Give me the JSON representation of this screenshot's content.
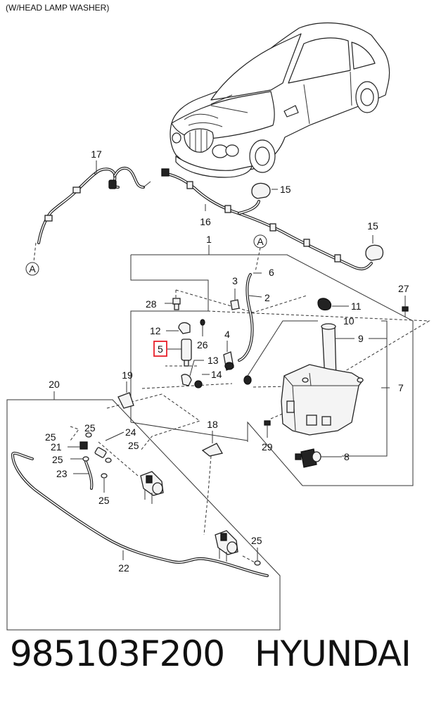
{
  "header_note": "(W/HEAD LAMP WASHER)",
  "part_number": "985103F200",
  "brand": "HYUNDAI",
  "highlight_color": "#e8202a",
  "labels": {
    "l1": "1",
    "l2": "2",
    "l3": "3",
    "l4": "4",
    "l5": "5",
    "l6": "6",
    "l7": "7",
    "l8": "8",
    "l9": "9",
    "l10": "10",
    "l11": "11",
    "l12": "12",
    "l13": "13",
    "l14": "14",
    "l15a": "15",
    "l15b": "15",
    "l16": "16",
    "l17": "17",
    "l18": "18",
    "l19": "19",
    "l20": "20",
    "l21": "21",
    "l22": "22",
    "l23": "23",
    "l24": "24",
    "l25a": "25",
    "l25b": "25",
    "l25c": "25",
    "l25d": "25",
    "l25e": "25",
    "l25f": "25",
    "l26": "26",
    "l27": "27",
    "l28": "28",
    "l29": "29",
    "refA1": "A",
    "refA2": "A"
  },
  "icons": [
    "vehicle-illustration",
    "washer-reservoir",
    "washer-pump",
    "nozzle",
    "hose",
    "clip"
  ]
}
